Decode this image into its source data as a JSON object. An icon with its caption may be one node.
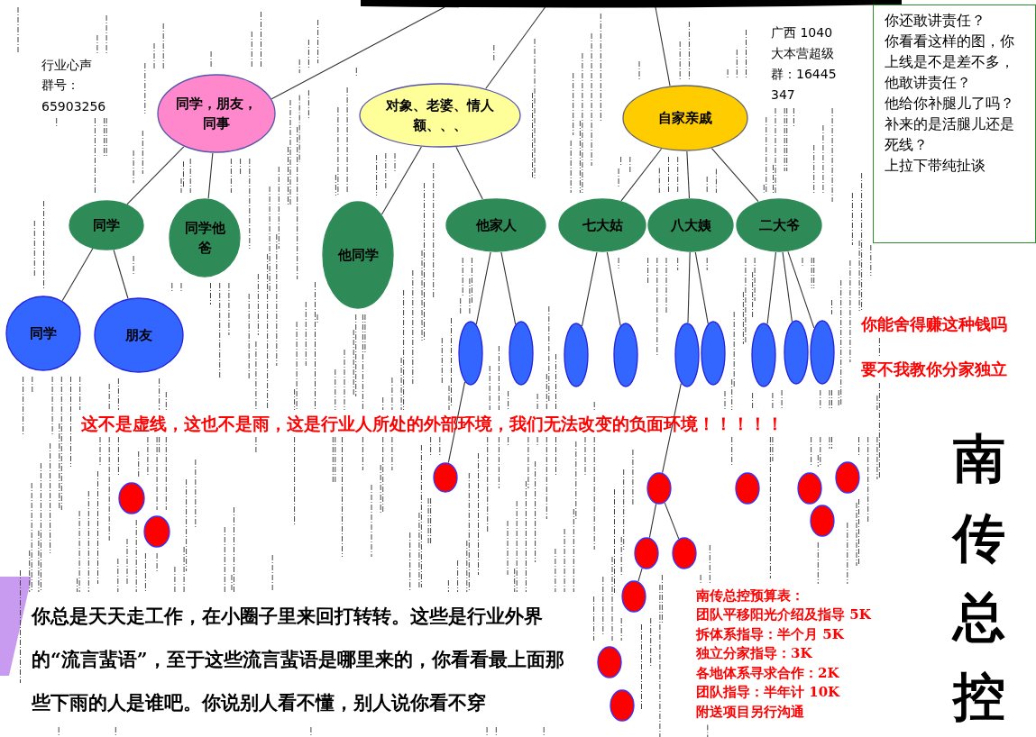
{
  "diagram": {
    "nodes": [
      {
        "text": [],
        "shape": "bar"
      },
      {
        "text": [
          "同学，朋友，同事"
        ]
      },
      {
        "text": [
          "对象、老婆、情人额、、、"
        ]
      },
      {
        "text": [
          "自家亲戚"
        ]
      },
      {
        "text": [
          "同学"
        ]
      },
      {
        "text": [
          "同学他爸"
        ]
      },
      {
        "text": [
          "他同学"
        ]
      },
      {
        "text": [
          "他家人"
        ]
      },
      {
        "text": [
          "七大姑"
        ]
      },
      {
        "text": [
          "八大姨"
        ]
      },
      {
        "text": [
          "二大爷"
        ]
      },
      {
        "text": [
          "同学"
        ]
      },
      {
        "text": [
          "朋友"
        ]
      },
      {
        "text": [],
        "shape": "circle"
      },
      {
        "text": [],
        "shape": "circle"
      },
      {
        "text": [],
        "shape": "circle"
      },
      {
        "text": [],
        "shape": "circle"
      },
      {
        "text": [],
        "shape": "circle"
      },
      {
        "text": [],
        "shape": "circle"
      },
      {
        "text": [],
        "shape": "circle"
      },
      {
        "text": [],
        "shape": "circle"
      },
      {
        "text": [],
        "shape": "circle"
      },
      {
        "text": [],
        "shape": "circle"
      },
      {
        "text": [],
        "shape": "circle"
      },
      {
        "text": [],
        "shape": "circle"
      },
      {
        "text": [],
        "shape": "circle"
      },
      {
        "text": [],
        "shape": "circle"
      },
      {
        "text": [],
        "shape": "circle"
      },
      {
        "text": [],
        "shape": "circle"
      },
      {
        "text": [],
        "shape": "circle"
      },
      {
        "text": [],
        "shape": "circle"
      },
      {
        "text": [],
        "shape": "circle"
      },
      {
        "text": [],
        "shape": "circle"
      },
      {
        "text": [],
        "shape": "circle"
      },
      {
        "text": [],
        "shape": "circle"
      },
      {
        "text": [
          "你还敢讲责任？",
          "你看看这样的图，你上线是不是差不多，",
          "他敢讲责任？",
          "他给你补腿儿了吗？",
          "补来的是活腿儿还是死线？",
          "上拉下带纯扯谈"
        ]
      }
    ],
    "edges": [
      {
        "from": 0,
        "to": 1,
        "arrow": "none"
      },
      {
        "from": 0,
        "to": 2,
        "arrow": "none"
      },
      {
        "from": 0,
        "to": 3,
        "arrow": "none"
      },
      {
        "from": 1,
        "to": 4,
        "arrow": "none"
      },
      {
        "from": 1,
        "to": 5,
        "arrow": "none"
      },
      {
        "from": 2,
        "to": 6,
        "arrow": "none"
      },
      {
        "from": 2,
        "to": 7,
        "arrow": "none"
      },
      {
        "from": 3,
        "to": 8,
        "arrow": "none"
      },
      {
        "from": 3,
        "to": 9,
        "arrow": "none"
      },
      {
        "from": 3,
        "to": 10,
        "arrow": "none"
      },
      {
        "from": 4,
        "to": 11,
        "arrow": "none"
      },
      {
        "from": 4,
        "to": 12,
        "arrow": "none"
      },
      {
        "from": 7,
        "to": 13,
        "arrow": "none"
      },
      {
        "from": 7,
        "to": 14,
        "arrow": "none"
      },
      {
        "from": 8,
        "to": 15,
        "arrow": "none"
      },
      {
        "from": 8,
        "to": 16,
        "arrow": "none"
      },
      {
        "from": 9,
        "to": 17,
        "arrow": "none"
      },
      {
        "from": 9,
        "to": 18,
        "arrow": "none"
      },
      {
        "from": 10,
        "to": 19,
        "arrow": "none"
      },
      {
        "from": 10,
        "to": 20,
        "arrow": "none"
      },
      {
        "from": 10,
        "to": 21,
        "arrow": "none"
      },
      {
        "from": 13,
        "to": 24,
        "arrow": "none"
      },
      {
        "from": 17,
        "to": 25,
        "arrow": "none"
      },
      {
        "from": 25,
        "to": 26,
        "arrow": "none"
      },
      {
        "from": 25,
        "to": 27,
        "arrow": "none"
      },
      {
        "from": 26,
        "to": 28,
        "arrow": "none"
      }
    ],
    "labels": [
      "行业心声",
      "群号：",
      "65903256",
      "广西 1040 大本营超级群：16445347",
      "这不是虚线，这也不是雨，这是行业人所处的外部环境，我们无法改变的负面环境！！！！！",
      "你能舍得赚这种钱吗",
      "要不我教你分家独立",
      "南传总控",
      "你总是天天走工作，在小圈子里来回打转转。这些是行业外界的“流言蜚语”，至于这些流言蜚语是哪里来的，你看看最上面那些下雨的人是谁吧。你说别人看不懂，别人说你看不穿",
      "南传总控预算表：",
      "团队平移阳光介绍及指导 5K",
      "拆体系指导：半个月 5K",
      "独立分家指导：3K",
      "各地体系寻求合作：2K",
      "团队指导：半年计 10K",
      "附送项目另行沟通"
    ]
  }
}
